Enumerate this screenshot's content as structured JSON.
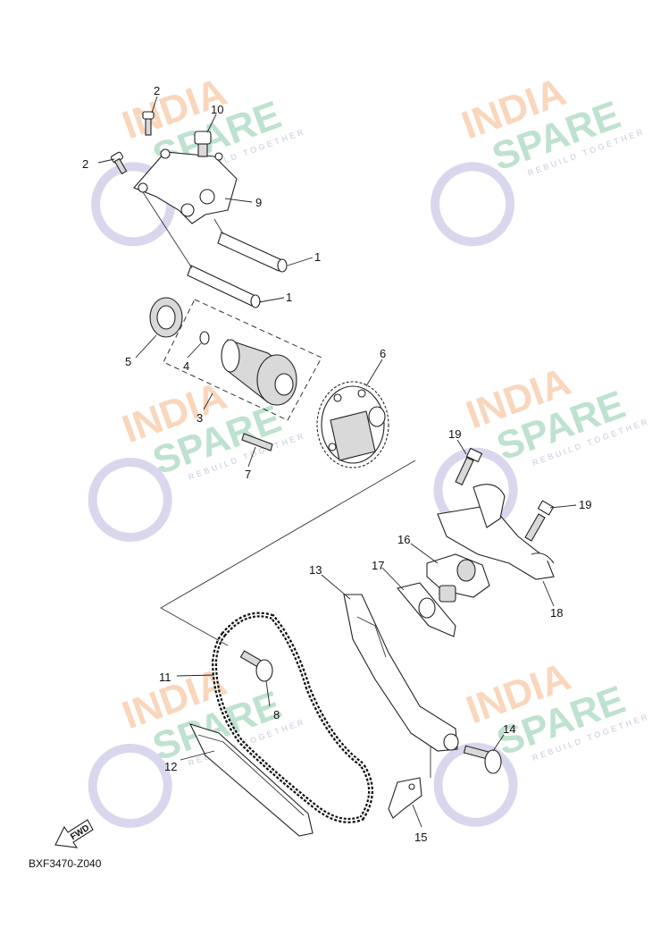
{
  "diagram": {
    "code": "BXF3470-Z040",
    "fwd_label": "FWD",
    "callouts": [
      "1",
      "1",
      "2",
      "2",
      "3",
      "4",
      "5",
      "6",
      "7",
      "8",
      "9",
      "10",
      "11",
      "12",
      "13",
      "14",
      "15",
      "16",
      "17",
      "18",
      "19",
      "19"
    ]
  },
  "watermark": {
    "line1": "INDIA",
    "line2": "SPARE",
    "tagline": "REBUILD TOGETHER",
    "color_primary": "#f7c9a6",
    "color_secondary": "#a9d9bf",
    "icon": "wrench-icon"
  }
}
